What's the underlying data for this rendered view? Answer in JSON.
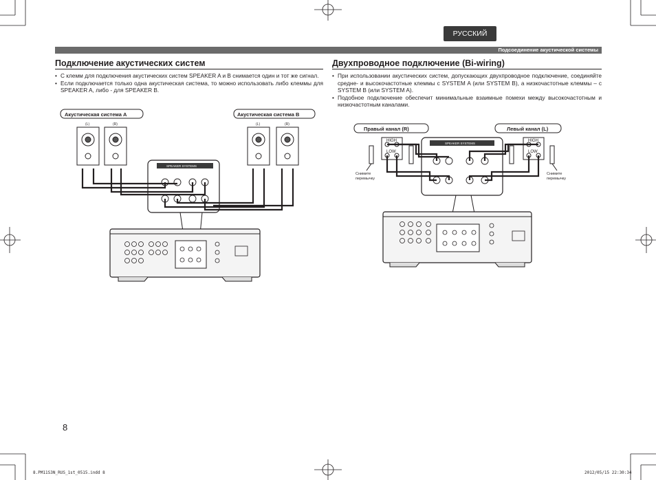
{
  "language_badge": "РУССКИЙ",
  "header_bar_text": "Подсоединение акустической системы",
  "left": {
    "title": "Подключение акустических систем",
    "bullets": [
      "С клемм для подключения акустических систем SPEAKER A и B снимается один и тот же сигнал.",
      "Если подключается только одна акустическая система, то можно использовать либо клеммы для SPEAKER A, либо - для SPEAKER B."
    ],
    "diagram": {
      "label_a": "Акустическая система A",
      "label_b": "Акустическая система B",
      "ch_l": "(L)",
      "ch_r": "(R)",
      "panel_title": "SPEAKER SYSTEMS"
    }
  },
  "right": {
    "title": "Двухпроводное подключение (Bi-wiring)",
    "bullets": [
      "При использовании акустических систем, допускающих двухпроводное подключение, соединяйте средне- и высокочастотные клеммы с SYSTEM A (или SYSTEM B), а низкочастотные клеммы – с SYSTEM B (или SYSTEM A).",
      "Подобное подключение обеспечит минимальные взаимные помехи между высокочастотным и низкочастотным каналами."
    ],
    "diagram": {
      "label_right_ch": "Правый канал (R)",
      "label_left_ch": "Левый канал (L)",
      "high": "HIGH",
      "low": "LOW",
      "remove_jumper_1": "Снимите",
      "remove_jumper_2": "перемычку",
      "panel_title": "SPEAKER SYSTEMS"
    }
  },
  "page_number": "8",
  "footer": {
    "file": "8.PM11S3N_RUS_1st_0515.indd   8",
    "date": "2012/05/15   22:30:34"
  }
}
